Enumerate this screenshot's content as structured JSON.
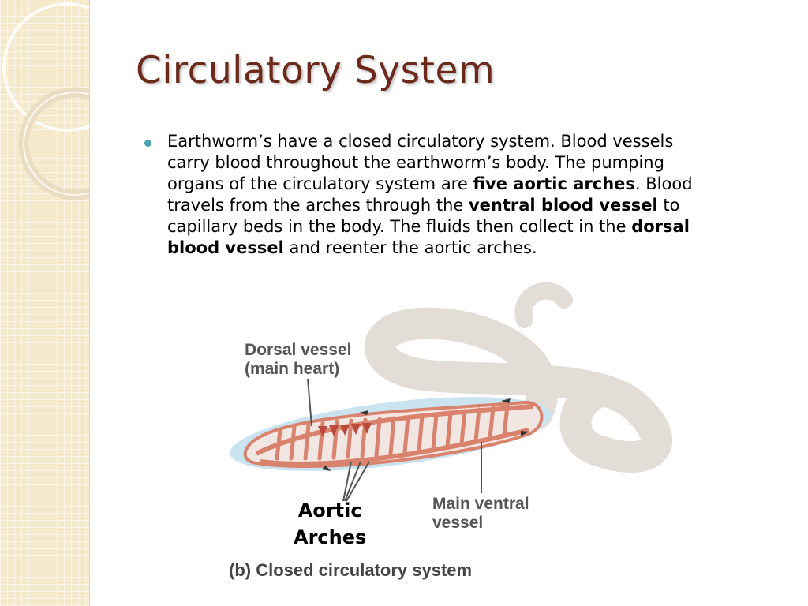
{
  "slide": {
    "title": "Circulatory System",
    "bullet": {
      "lines": [
        [
          {
            "text": "Earthworm’s have a closed circulatory system.  Blood vessels",
            "bold": false
          }
        ],
        [
          {
            "text": "carry blood throughout the earthworm’s body. The pumping",
            "bold": false
          }
        ],
        [
          {
            "text": "organs of the circulatory system are ",
            "bold": false
          },
          {
            "text": "five aortic arches",
            "bold": true
          },
          {
            "text": ".  Blood",
            "bold": false
          }
        ],
        [
          {
            "text": "travels from the arches through the ",
            "bold": false
          },
          {
            "text": "ventral blood vessel",
            "bold": true
          },
          {
            "text": " to",
            "bold": false
          }
        ],
        [
          {
            "text": "capillary beds in the body. The fluids then collect in the ",
            "bold": false
          },
          {
            "text": "dorsal",
            "bold": true
          }
        ],
        [
          {
            "text": "blood vessel",
            "bold": true
          },
          {
            "text": " and reenter the aortic arches.",
            "bold": false
          }
        ]
      ]
    }
  },
  "figure": {
    "label_dorsal_line1": "Dorsal vessel",
    "label_dorsal_line2": "(main heart)",
    "label_aortic_line1": "Aortic",
    "label_aortic_line2": "Arches",
    "label_ventral_line1": "Main ventral",
    "label_ventral_line2": "vessel",
    "caption": "(b) Closed circulatory system"
  },
  "colors": {
    "title": "#6b2a1c",
    "bullet": "#4aa3b0",
    "worm_body": "#e9e5e0",
    "vessel": "#d9826e",
    "fluid": "#bfe0ee"
  }
}
